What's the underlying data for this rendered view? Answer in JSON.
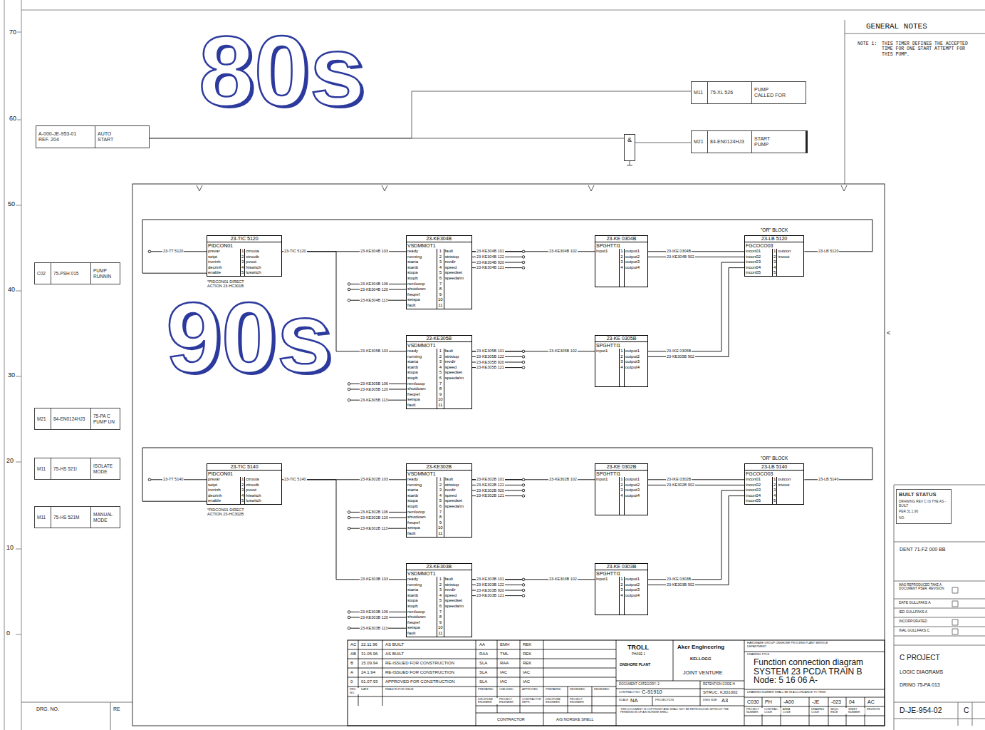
{
  "diagram": {
    "nodes": [
      {
        "text": [
          "A-000-JE-953-01 REF. 204",
          "AUTO START"
        ]
      },
      {
        "text": [
          "&"
        ]
      },
      {
        "text": [
          "M11",
          "75-XL 526",
          "PUMP CALLED FOR"
        ]
      },
      {
        "text": [
          "M21",
          "84-EN0124HJ3",
          "START PUMP"
        ]
      },
      {
        "text": [
          "C02",
          "75-PSH 015",
          "PUMP RUNNIN"
        ]
      },
      {
        "text": [
          "M21",
          "84-EN0124HJ3",
          "75-PA C PUMP UN"
        ]
      },
      {
        "text": [
          "M11",
          "75-HS 521I",
          "ISOLATE MODE"
        ]
      },
      {
        "text": [
          "M11",
          "75-HS 521M",
          "MANUAL MODE"
        ]
      },
      {
        "text": [
          "23-TIC 5120",
          "PIDCON01",
          "prsvar",
          "setpt",
          "incrinh",
          "decrinh",
          "enable",
          "1",
          "2",
          "3",
          "4",
          "5",
          "ctrouta",
          "ctroutb",
          "pvout",
          "hiswitch",
          "loswitch"
        ]
      },
      {
        "text": [
          "23-KE304B",
          "VSDMMOT1",
          "ready",
          "running",
          "starta",
          "startb",
          "stopa",
          "stopb",
          "remlocop",
          "shutdown",
          "freqref",
          "setspa",
          "fault",
          "1",
          "2",
          "3",
          "4",
          "5",
          "6",
          "7",
          "8",
          "9",
          "10",
          "11",
          "fault",
          "strtstop",
          "revdir",
          "speed",
          "speedset",
          "speeda/m"
        ]
      },
      {
        "text": [
          "23-KE 0304B",
          "SPGHTTI1",
          "input1",
          "1",
          "2",
          "3",
          "4",
          "output1",
          "output2",
          "output3",
          "output4"
        ]
      },
      {
        "text": [
          "\"OR\" BLOCK",
          "23-LB 5120",
          "FGCOCO03",
          "incon01",
          "incon02",
          "incon03",
          "incon04",
          "incon05",
          "1",
          "2",
          "3",
          "4",
          "5",
          "outcon",
          "invout"
        ]
      },
      {
        "text": [
          "23-KE305B",
          "VSDMMOT1",
          "ready",
          "running",
          "starta",
          "startb",
          "stopa",
          "stopb",
          "remlocop",
          "shutdown",
          "freqref",
          "setspa",
          "fault",
          "1",
          "2",
          "3",
          "4",
          "5",
          "6",
          "7",
          "8",
          "9",
          "10",
          "11",
          "fault",
          "strtstop",
          "revdir",
          "speed",
          "speedset",
          "speeda/m"
        ]
      },
      {
        "text": [
          "23-KE 0305B",
          "SPGHTTI1",
          "input1",
          "1",
          "2",
          "3",
          "4",
          "output1",
          "output2",
          "output3",
          "output4"
        ]
      },
      {
        "text": [
          "23-TIC 5140",
          "PIDCON01",
          "prsvar",
          "setpt",
          "incrinh",
          "decrinh",
          "enable",
          "1",
          "2",
          "3",
          "4",
          "5",
          "ctrouta",
          "ctroutb",
          "pvout",
          "hiswitch",
          "loswitch"
        ]
      },
      {
        "text": [
          "23-KE302B",
          "VSDMMOT1",
          "ready",
          "running",
          "starta",
          "startb",
          "stopa",
          "stopb",
          "remlocop",
          "shutdown",
          "freqref",
          "setspa",
          "fault",
          "1",
          "2",
          "3",
          "4",
          "5",
          "6",
          "7",
          "8",
          "9",
          "10",
          "11",
          "fault",
          "strtstop",
          "revdir",
          "speed",
          "speedset",
          "speeda/m"
        ]
      },
      {
        "text": [
          "23-KE 0302B",
          "SPGHTTI1",
          "input1",
          "1",
          "2",
          "3",
          "4",
          "output1",
          "output2",
          "output3",
          "output4"
        ]
      },
      {
        "text": [
          "\"OR\" BLOCK",
          "23-LB 5140",
          "FGCOCO03",
          "incon01",
          "incon02",
          "incon03",
          "incon04",
          "incon05",
          "1",
          "2",
          "3",
          "4",
          "5",
          "outcon",
          "invout"
        ]
      },
      {
        "text": [
          "23-KE303B",
          "VSDMMOT1",
          "ready",
          "running",
          "starta",
          "startb",
          "stopa",
          "stopb",
          "remlocop",
          "shutdown",
          "freqref",
          "setspa",
          "fault",
          "1",
          "2",
          "3",
          "4",
          "5",
          "6",
          "7",
          "8",
          "9",
          "10",
          "11",
          "fault",
          "strtstop",
          "revdir",
          "speed",
          "speedset",
          "speeda/m"
        ]
      },
      {
        "text": [
          "23-KE 0303B",
          "SPGHTTI1",
          "input1",
          "1",
          "2",
          "3",
          "4",
          "output1",
          "output2",
          "output3",
          "output4"
        ]
      },
      {
        "text": [
          "BUILT STATUS",
          "DRAWING REV C IS THE AS - BUILT",
          "PER 31.1.96",
          "NO."
        ]
      }
    ],
    "edges": [
      {
        "from": 0,
        "to": 1,
        "arrow": "none"
      },
      {
        "from": 0,
        "to": 2,
        "arrow": "none"
      },
      {
        "from": 1,
        "to": 3,
        "arrow": "none"
      },
      {
        "from": 8,
        "to": 9,
        "label": "23-KE304B 103",
        "arrow": "none"
      },
      {
        "from": 8,
        "to": 12,
        "label": "23-KE305B 103",
        "arrow": "none"
      },
      {
        "from": 9,
        "to": 10,
        "label": "23-KE304B 102",
        "arrow": "none"
      },
      {
        "from": 12,
        "to": 13,
        "label": "23-KE305B 102",
        "arrow": "none"
      },
      {
        "from": 10,
        "to": 11,
        "label": "23-IKE 0304B",
        "arrow": "none"
      },
      {
        "from": 10,
        "to": 11,
        "label": "23-KE304B 902",
        "arrow": "none"
      },
      {
        "from": 13,
        "to": 11,
        "label": "23-IKE 0305B",
        "arrow": "none"
      },
      {
        "from": 13,
        "to": 11,
        "label": "23-KE305B 902",
        "arrow": "none"
      },
      {
        "from": 11,
        "to": 8,
        "label": "23-LB 5120",
        "arrow": "none"
      },
      {
        "from": 14,
        "to": 15,
        "label": "23-KE302B 103",
        "arrow": "none"
      },
      {
        "from": 14,
        "to": 18,
        "label": "23-KE303B 103",
        "arrow": "none"
      },
      {
        "from": 15,
        "to": 16,
        "label": "23-KE302B 102",
        "arrow": "none"
      },
      {
        "from": 18,
        "to": 19,
        "label": "23-KE303B 102",
        "arrow": "none"
      },
      {
        "from": 16,
        "to": 17,
        "label": "23-IKE 0302B",
        "arrow": "none"
      },
      {
        "from": 16,
        "to": 17,
        "label": "23-KE302B 902",
        "arrow": "none"
      },
      {
        "from": 19,
        "to": 17,
        "label": "23-IKE 0303B",
        "arrow": "none"
      },
      {
        "from": 19,
        "to": 17,
        "label": "23-KE303B 902",
        "arrow": "none"
      },
      {
        "from": 17,
        "to": 14,
        "label": "23-LB 5140",
        "arrow": "none"
      }
    ],
    "labels": [
      "70",
      "60",
      "50",
      "40",
      "30",
      "20",
      "10",
      "0",
      "GENERAL NOTES",
      "NOTE 1:",
      "THIS TIMER DEFINES THE ACCEPTED TIME FOR ONE START ATTEMPT FOR THIS PUMP.",
      "DRG. NO.",
      "RE",
      "DENT 71-FZ 000 BB",
      "WAS REPRODUCED TAKE A DOCUMENT PSER. REVISION",
      "DATE GULLFAKS A",
      "IED GULLFAKS A",
      "INCORPORATED",
      "INAL GULLFAKS C",
      "C PROJECT",
      "LOGIC DIAGRAMS",
      "DRING 75-PA 013",
      "D-JE-954-02",
      "C",
      "<",
      "80s",
      "90s",
      "*PIDCON01 DIRECT ACTION 23-HC301B",
      "23-TT 5120",
      "23-TIC 5120",
      "23-KE304B 106",
      "23-KE304B 120",
      "23-KE304B 113",
      "23-KE304B 101",
      "23-KE304B 122",
      "23-KE304B 920",
      "23-KE304B 121",
      "23-KE305B 106",
      "23-KE305B 120",
      "23-KE305B 113",
      "23-KE305B 101",
      "23-KE305B 122",
      "23-KE305B 920",
      "23-KE305B 121",
      "*PIDCON01 DIRECT ACTION 23-HC302B",
      "23-TT 5140",
      "23-TIC 5140",
      "23-KE302B 106",
      "23-KE302B 120",
      "23-KE302B 113",
      "23-KE302B 101",
      "23-KE302B 122",
      "23-KE302B 920",
      "23-KE302B 121",
      "23-KE303B 106",
      "23-KE303B 120",
      "23-KE303B 113",
      "23-KE303B 101",
      "23-KE303B 122",
      "23-KE303B 920",
      "23-KE303B 121",
      "AC",
      "22.11.96",
      "AS BUILT",
      "AA",
      "EMH",
      "REK",
      "AB",
      "31.05.96",
      "AS BUILT",
      "RAA",
      "TML",
      "REK",
      "B",
      "15.09.94",
      "RE-ISSUED FOR CONSTRUCTION",
      "SLA",
      "RAA",
      "REK",
      "A",
      "24.1.94",
      "RE-ISSUED FOR CONSTRUCTION",
      "SLA",
      "IAC",
      "IAC",
      "0",
      "01.07.93",
      "APPROVED FOR CONSTRUCTION",
      "SLA",
      "IAC",
      "IAC",
      "REV. NO.",
      "DATE",
      "REASON FOR ISSUE",
      "PREPARED",
      "CHECKED",
      "APPROVED",
      "PREPARED",
      "REVIEWED",
      "REVIEWED",
      "DISCIPLINE ENGINEER",
      "PROJECT ENGINEER",
      "CONTRACTOR REPR.",
      "DISCIPLINE ENGINEER",
      "PROJECT ENGINEER",
      "CONTRACTOR",
      "A/S NORSKE SHELL",
      "TROLL",
      "PHASE 1",
      "ONSHORE PLANT",
      "Aker Engineering",
      "KELLOGG",
      "JOINT VENTURE",
      "DOCUMENT CATEGORY: 2",
      "CONTRACT NO:",
      "C-91910",
      "STRUC. KJD1002",
      "RETENTION CODE H",
      "SCALE",
      "NA",
      "PROJECTION",
      "DWG SIZE",
      "A3",
      "THIS DOCUMENT IS COPYRIGHT AND SHALL NOT BE REPRODUCED WITHOUT THE PERMISSION OF A/S NORSKE SHELL",
      "HARDWARE GROUP ONSHORE PROCESS PLANT SERVICE DEPARTMENT",
      "DRAWING TITLE",
      "Function connection diagram SYSTEM 23 PCDA TRAIN B Node: 5 16 06 A-",
      "DRAWING NUMBER SHALL BE IN ACCORDANCE TO TENS",
      "C030",
      "PH",
      "-A00",
      "-JE",
      "-023",
      "04",
      "AC",
      "PROJECT NUMBER",
      "CONTRAC. CODE",
      "AREA CODE",
      "DRAWING CODE",
      "SEQU. ENCE",
      "SHEET NUMBER",
      "REVISION"
    ]
  }
}
